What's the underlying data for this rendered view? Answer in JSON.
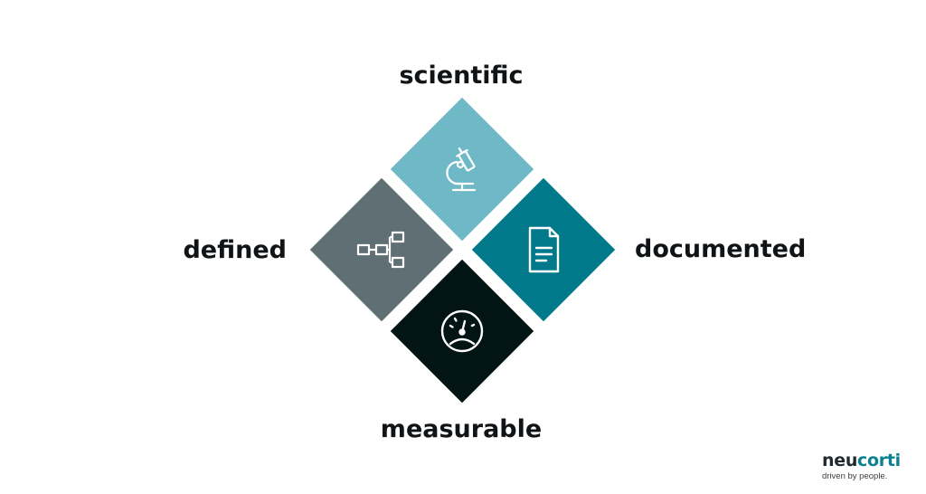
{
  "labels": {
    "top": "scientific",
    "left": "defined",
    "right": "documented",
    "bottom": "measurable"
  },
  "tiles": {
    "top": {
      "color": "#6FB8C6",
      "icon": "microscope-icon"
    },
    "left": {
      "color": "#606F73",
      "icon": "flowchart-icon"
    },
    "right": {
      "color": "#007A8A",
      "icon": "document-icon"
    },
    "bottom": {
      "color": "#031414",
      "icon": "gauge-icon"
    }
  },
  "logo": {
    "part1": "neu",
    "part2": "corti",
    "part1_color": "#1F2A30",
    "part2_color": "#0A8090",
    "tagline": "driven by people."
  }
}
